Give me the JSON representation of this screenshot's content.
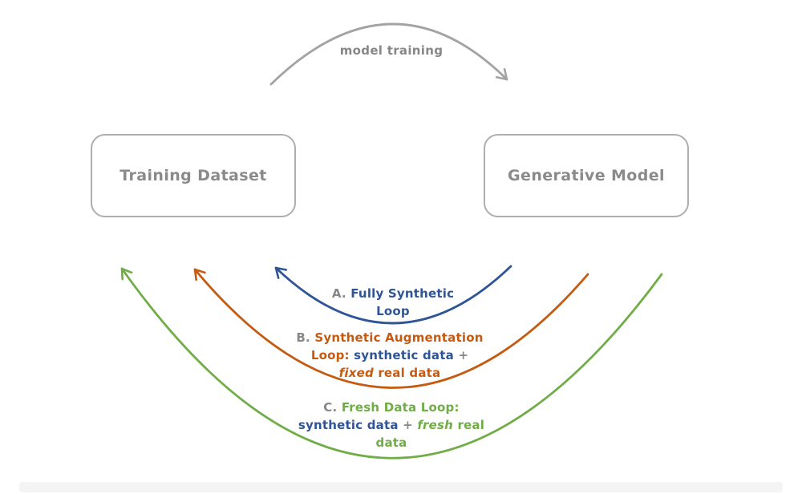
{
  "colors": {
    "blue": "#2f5597",
    "orange": "#c55a11",
    "green": "#70ad47",
    "gray_text": "#878787",
    "gray_arrow": "#a3a3a3",
    "box_border": "#aeaeae",
    "box_text": "#8a8a8a",
    "strip": "#f4f4f5"
  },
  "top_arrow": {
    "label": "model training"
  },
  "boxes": {
    "left": {
      "label": "Training Dataset"
    },
    "right": {
      "label": "Generative Model"
    }
  },
  "loops": [
    {
      "id": "A",
      "name": "Fully Synthetic Loop",
      "segments": [
        {
          "text": "A. ",
          "color": "gray_text"
        },
        {
          "text": "Fully Synthetic",
          "color": "blue"
        },
        {
          "br": true
        },
        {
          "text": "Loop",
          "color": "blue"
        }
      ]
    },
    {
      "id": "B",
      "name": "Synthetic Augmentation Loop: synthetic data + fixed real data",
      "segments": [
        {
          "text": "B. ",
          "color": "gray_text"
        },
        {
          "text": "Synthetic Augmentation",
          "color": "orange"
        },
        {
          "br": true
        },
        {
          "text": "Loop: ",
          "color": "orange"
        },
        {
          "text": "synthetic data",
          "color": "blue"
        },
        {
          "text": " +",
          "color": "gray_text"
        },
        {
          "br": true
        },
        {
          "text": "fixed",
          "color": "orange",
          "italic": true
        },
        {
          "text": " real data",
          "color": "orange"
        }
      ]
    },
    {
      "id": "C",
      "name": "Fresh Data Loop: synthetic data + fresh real data",
      "segments": [
        {
          "text": "C. ",
          "color": "gray_text"
        },
        {
          "text": "Fresh Data Loop:",
          "color": "green"
        },
        {
          "br": true
        },
        {
          "text": "synthetic data",
          "color": "blue"
        },
        {
          "text": " + ",
          "color": "gray_text"
        },
        {
          "text": "fresh",
          "color": "green",
          "italic": true
        },
        {
          "text": " real",
          "color": "green"
        },
        {
          "br": true
        },
        {
          "text": "data",
          "color": "green"
        }
      ]
    }
  ]
}
